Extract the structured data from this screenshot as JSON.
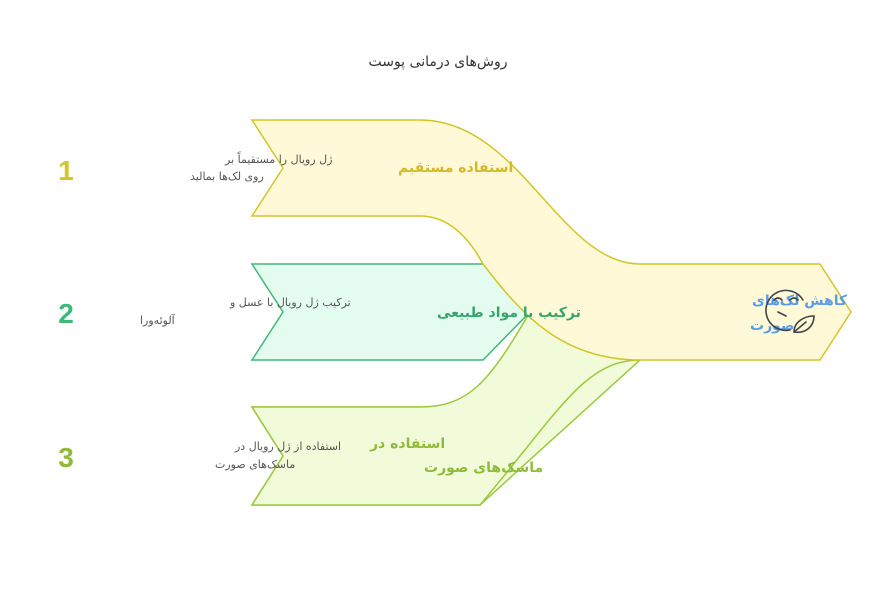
{
  "title": "روش‌های درمانی پوست",
  "steps": [
    {
      "number": "1",
      "description_lines": [
        "ژل رویال را مستقیماً بر",
        "روی لک‌ها بمالید"
      ],
      "label_lines": [
        "استفاده مستقیم"
      ],
      "color": "#d4c527"
    },
    {
      "number": "2",
      "description_lines": [
        "ترکیب ژل رویال با عسل و",
        "آلوئه‌ورا"
      ],
      "label_lines": [
        "ترکیب با مواد طبیعی"
      ],
      "color": "#3fb87a"
    },
    {
      "number": "3",
      "description_lines": [
        "استفاده از ژل رویال در",
        "ماسک‌های صورت"
      ],
      "label_lines": [
        "استفاده در",
        "ماسک‌های صورت"
      ],
      "color": "#8fba3a"
    }
  ],
  "result": {
    "label_lines": [
      "کاهش لک‌های",
      "صورت"
    ],
    "icon": "face-leaf-icon",
    "color": "#5b9be8"
  }
}
